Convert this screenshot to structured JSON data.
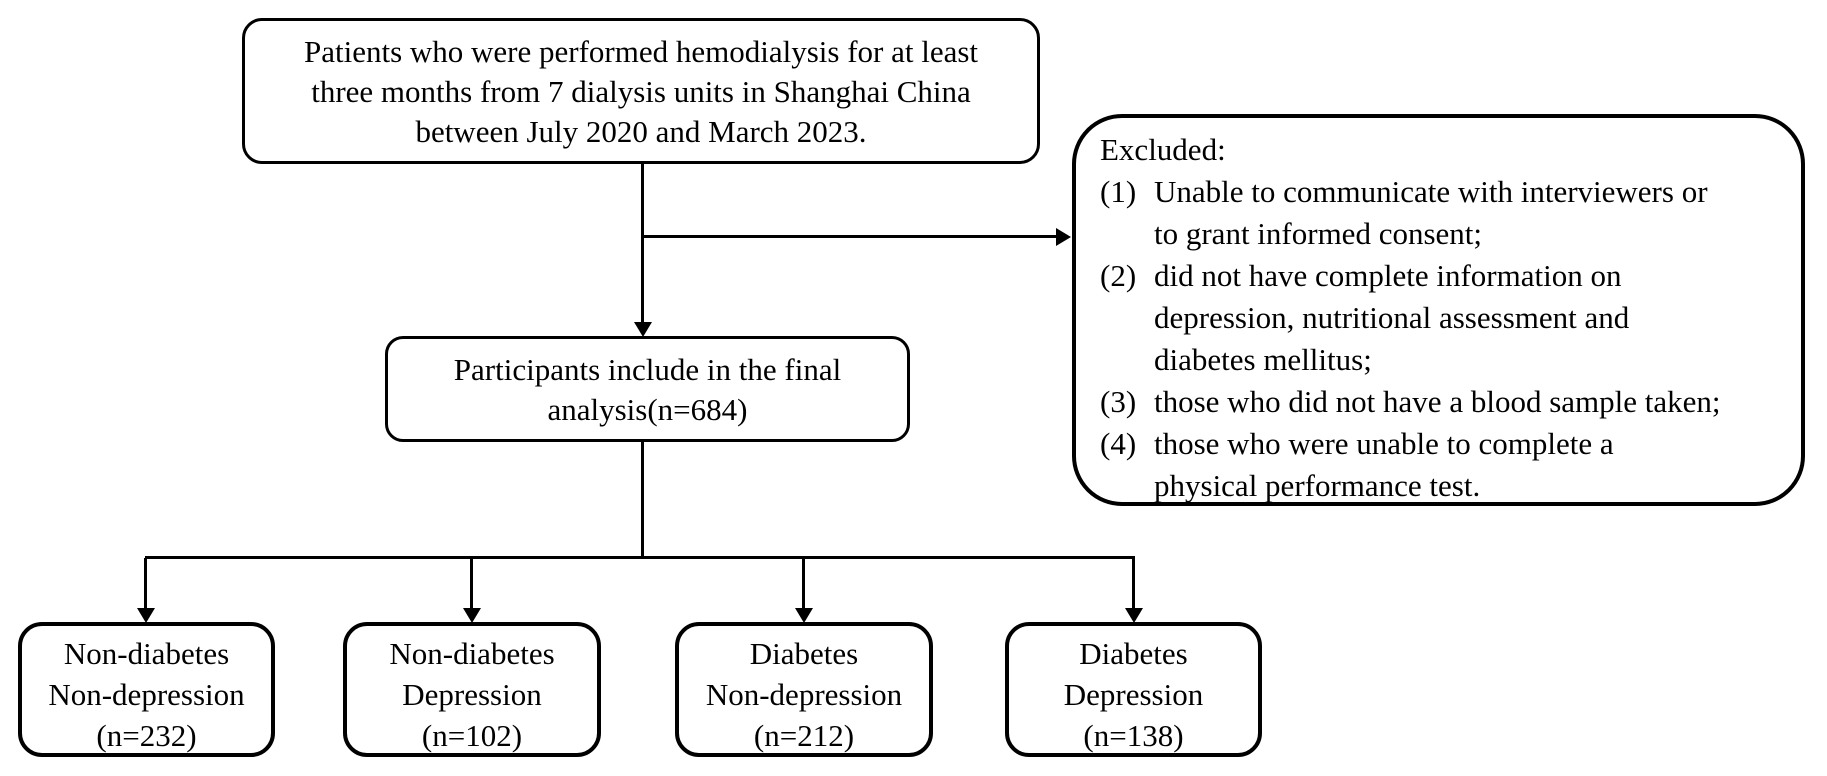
{
  "figure": {
    "colors": {
      "ink": "#000000",
      "background": "#ffffff"
    },
    "source_box": {
      "lines": [
        "Patients who were performed hemodialysis for at least",
        "three months from 7 dialysis units in Shanghai China",
        "between July 2020 and March 2023."
      ]
    },
    "excluded_box": {
      "title": "Excluded:",
      "items": [
        {
          "num": "(1)",
          "text": "Unable to communicate with interviewers or\nto grant informed consent;"
        },
        {
          "num": "(2)",
          "text": "did not have complete information on\ndepression, nutritional assessment and\ndiabetes mellitus;"
        },
        {
          "num": "(3)",
          "text": "those who did not have a blood sample taken;"
        },
        {
          "num": "(4)",
          "text": "those who were unable to complete a\nphysical performance test."
        }
      ]
    },
    "final_box": {
      "lines": [
        "Participants include in the final",
        "analysis(n=684)"
      ]
    },
    "group_boxes": [
      {
        "lines": [
          "Non-diabetes",
          "Non-depression",
          "(n=232)"
        ]
      },
      {
        "lines": [
          "Non-diabetes",
          "Depression",
          "(n=102)"
        ]
      },
      {
        "lines": [
          "Diabetes",
          "Non-depression",
          "(n=212)"
        ]
      },
      {
        "lines": [
          "Diabetes",
          "Depression",
          "(n=138)"
        ]
      }
    ]
  }
}
